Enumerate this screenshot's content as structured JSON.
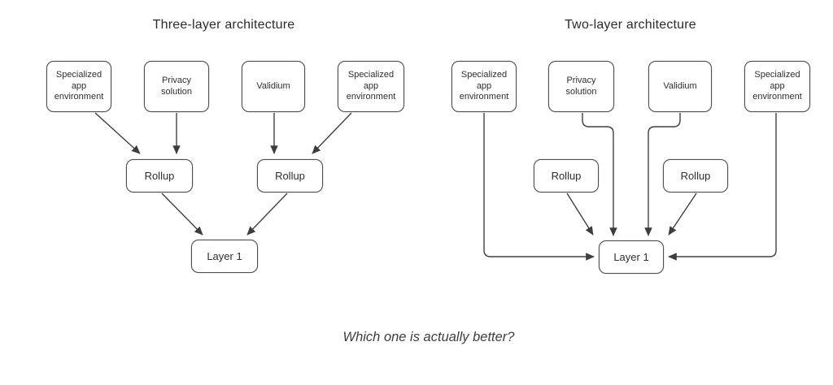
{
  "colors": {
    "background": "#ffffff",
    "connector_line": "#404040",
    "box_border": "#4f4f4f",
    "text": "#2e2e2e"
  },
  "caption": "Which one is actually better?",
  "left": {
    "title": "Three-layer architecture",
    "nodes": {
      "app_env_1": "Specialized app environment",
      "privacy": "Privacy solution",
      "validium": "Validium",
      "app_env_2": "Specialized app environment",
      "rollup_1": "Rollup",
      "rollup_2": "Rollup",
      "layer_1": "Layer 1"
    }
  },
  "right": {
    "title": "Two-layer architecture",
    "nodes": {
      "app_env_1": "Specialized app environment",
      "privacy": "Privacy solution",
      "validium": "Validium",
      "app_env_2": "Specialized app environment",
      "rollup_1": "Rollup",
      "rollup_2": "Rollup",
      "layer_1": "Layer 1"
    }
  }
}
